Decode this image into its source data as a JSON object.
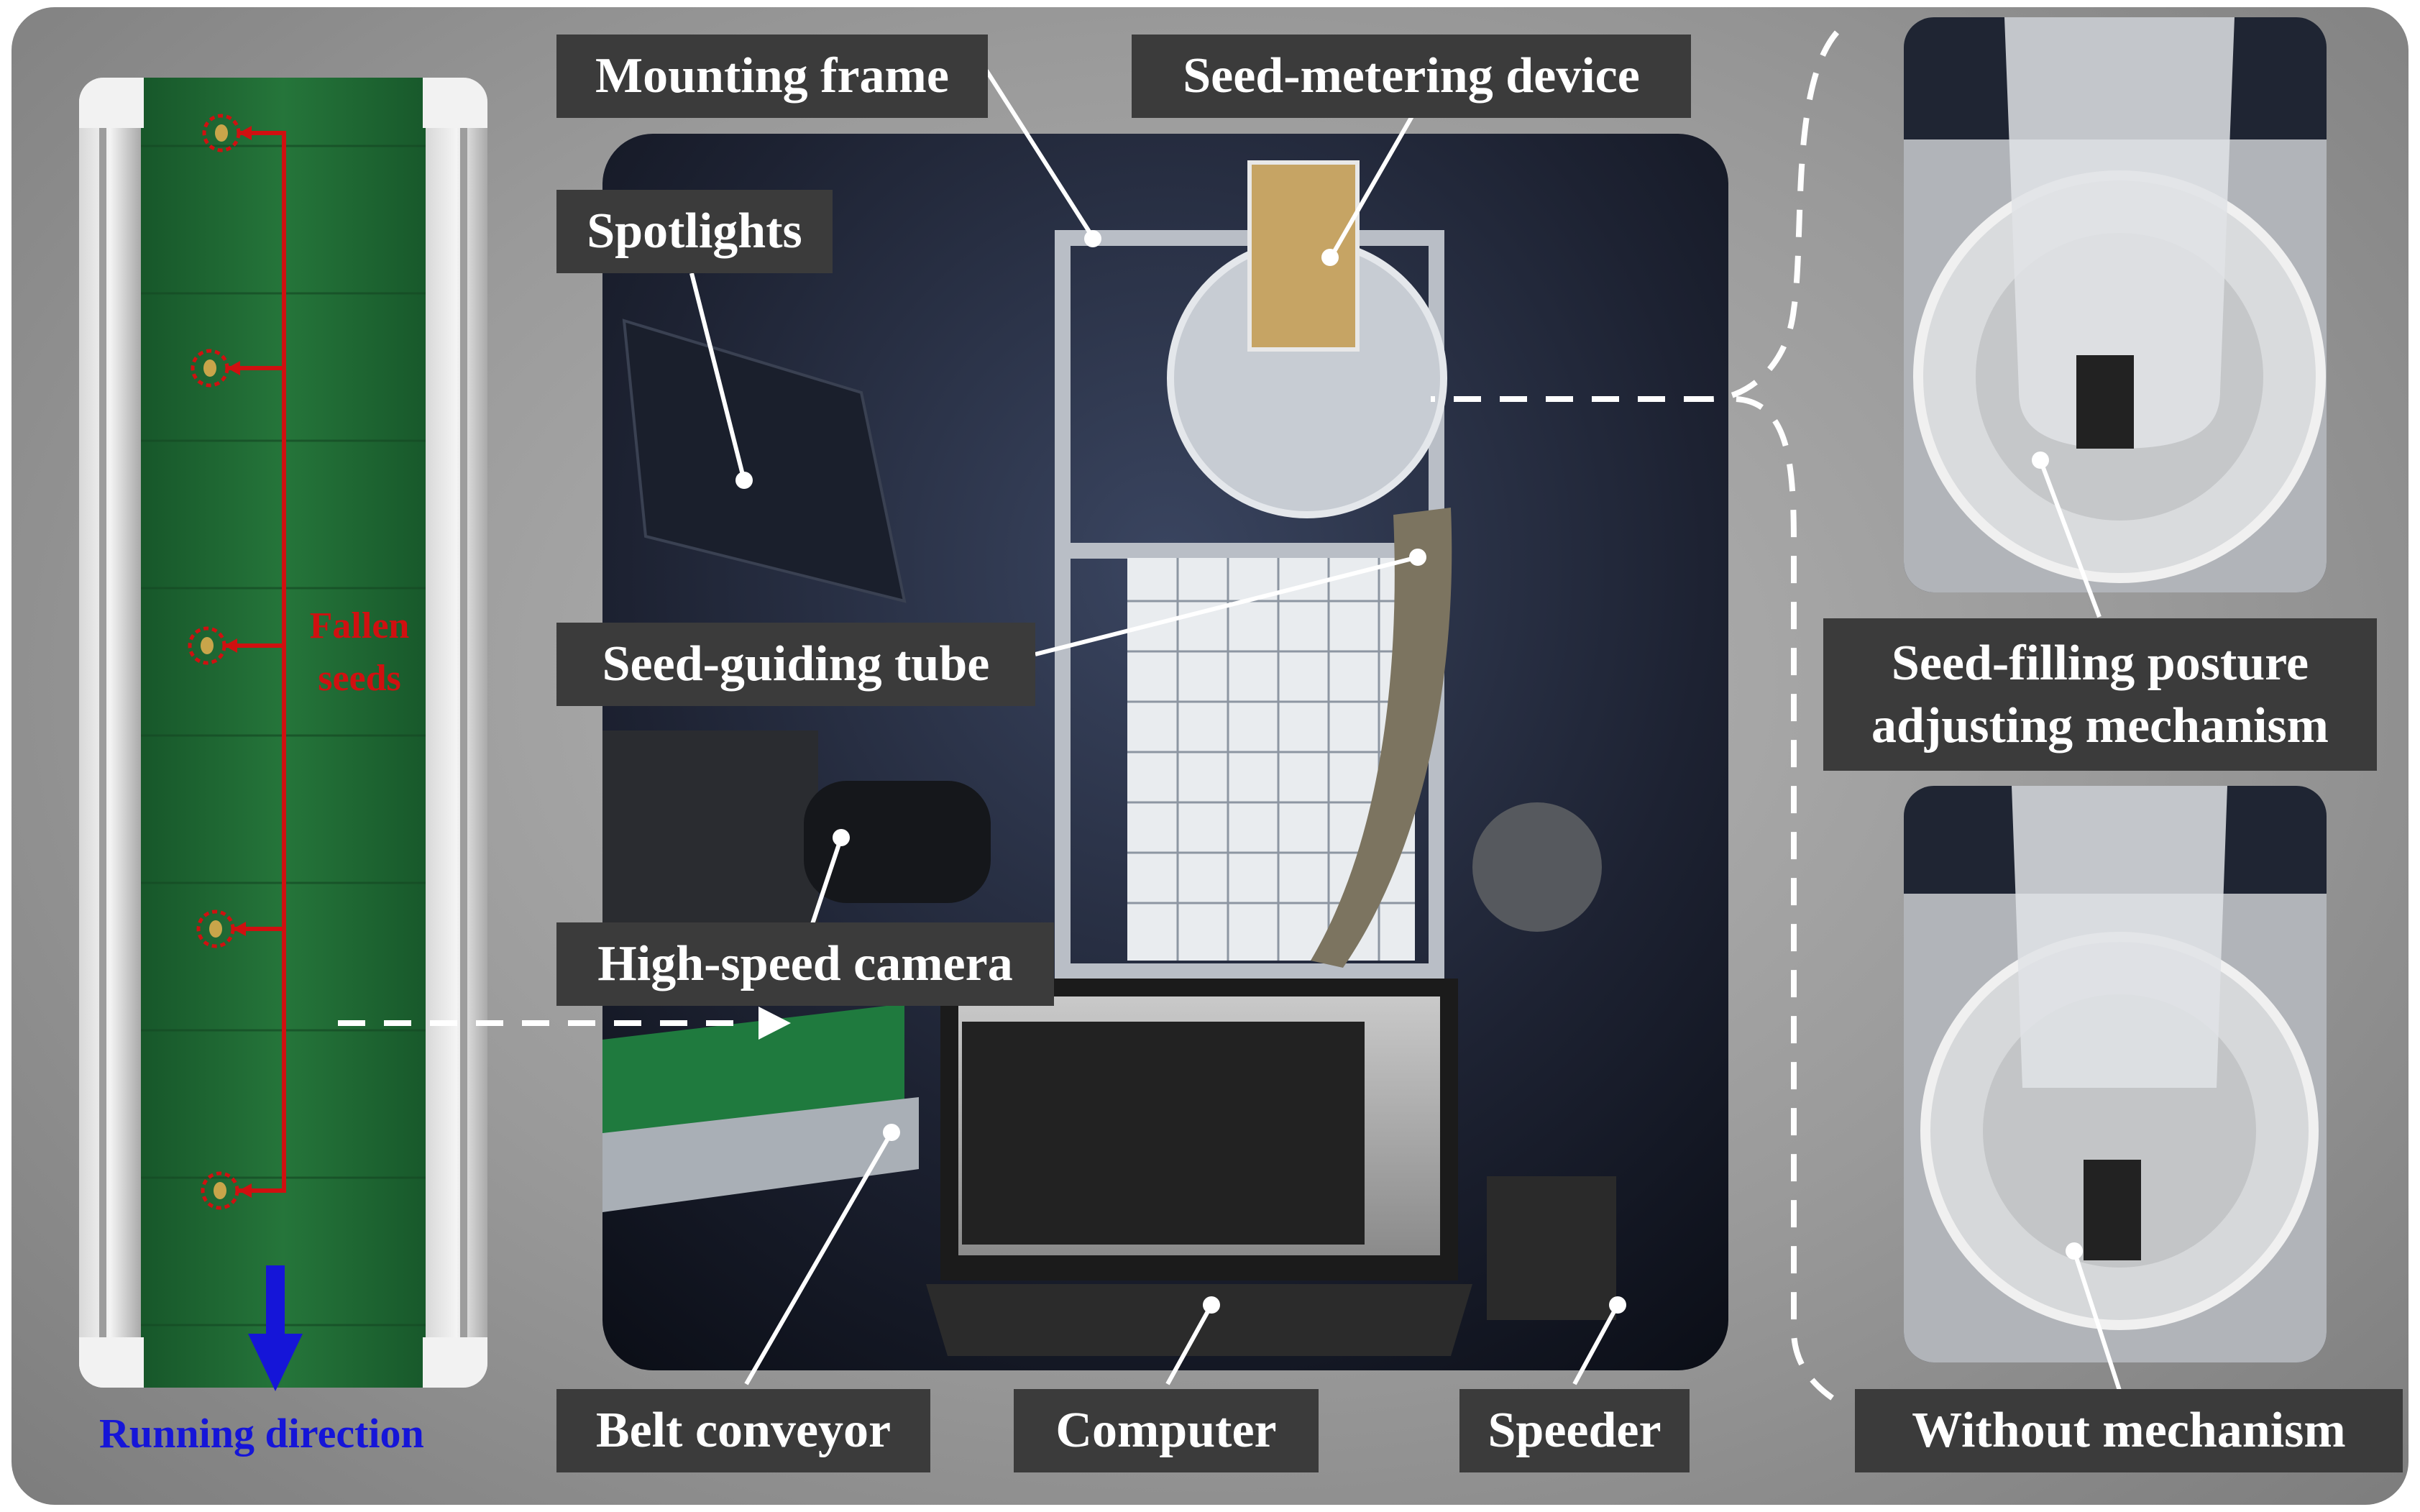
{
  "labels": {
    "mounting_frame": "Mounting frame",
    "seed_metering_device": "Seed-metering device",
    "spotlights": "Spotlights",
    "seed_guiding_tube": "Seed-guiding tube",
    "high_speed_camera": "High-speed camera",
    "belt_conveyor": "Belt conveyor",
    "computer": "Computer",
    "speeder": "Speeder",
    "seed_filling_line1": "Seed-filling posture",
    "seed_filling_line2": "adjusting mechanism",
    "without_mechanism": "Without mechanism"
  },
  "belt_panel": {
    "fallen_seeds_line1": "Fallen",
    "fallen_seeds_line2": "seeds",
    "running_direction": "Running direction"
  },
  "colors": {
    "label_bg": "#3b3b3b",
    "annotation_red": "#d01010",
    "arrow_blue": "#1515d8",
    "belt_green": "#1f6b33"
  }
}
